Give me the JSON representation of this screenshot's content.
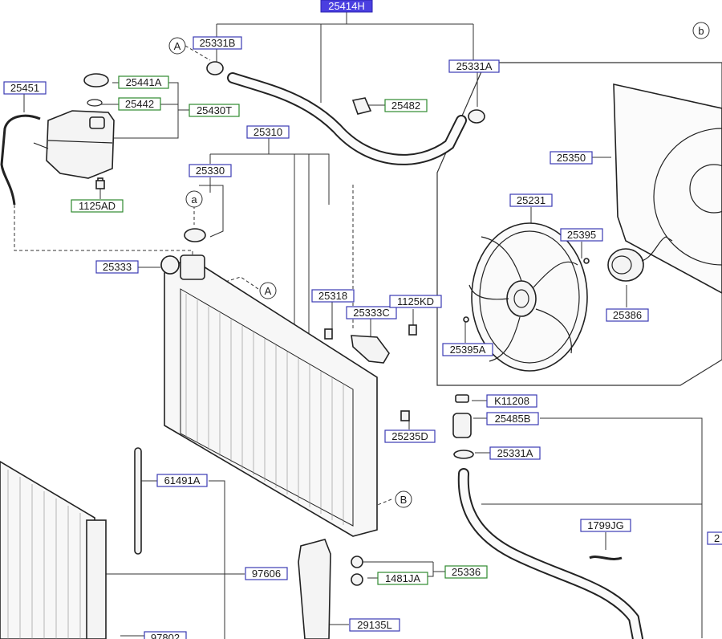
{
  "diagram": {
    "selected_label": "25414H",
    "labels": {
      "l_25414H": "25414H",
      "l_25331B": "25331B",
      "l_25331A_top": "25331A",
      "l_25482": "25482",
      "l_25451": "25451",
      "l_25441A": "25441A",
      "l_25442": "25442",
      "l_25430T": "25430T",
      "l_1125AD": "1125AD",
      "l_25310": "25310",
      "l_25330": "25330",
      "l_25333": "25333",
      "l_25318": "25318",
      "l_25333C": "25333C",
      "l_1125KD": "1125KD",
      "l_25235D": "25235D",
      "l_25350": "25350",
      "l_25231": "25231",
      "l_25395": "25395",
      "l_25386": "25386",
      "l_25395A": "25395A",
      "l_K11208": "K11208",
      "l_25485B": "25485B",
      "l_25331A_low": "25331A",
      "l_1799JG": "1799JG",
      "l_61491A": "61491A",
      "l_97606": "97606",
      "l_97802": "97802",
      "l_1481JA": "1481JA",
      "l_25336": "25336",
      "l_29135L": "29135L",
      "l_2_edge": "2"
    },
    "callouts": {
      "A1": "A",
      "A2": "A",
      "a1": "a",
      "b1": "b",
      "B1": "B"
    },
    "colors": {
      "blue_box": "#3b3bb3",
      "green_box": "#2f8a2f",
      "selected_fill": "#4a3fe0"
    }
  }
}
